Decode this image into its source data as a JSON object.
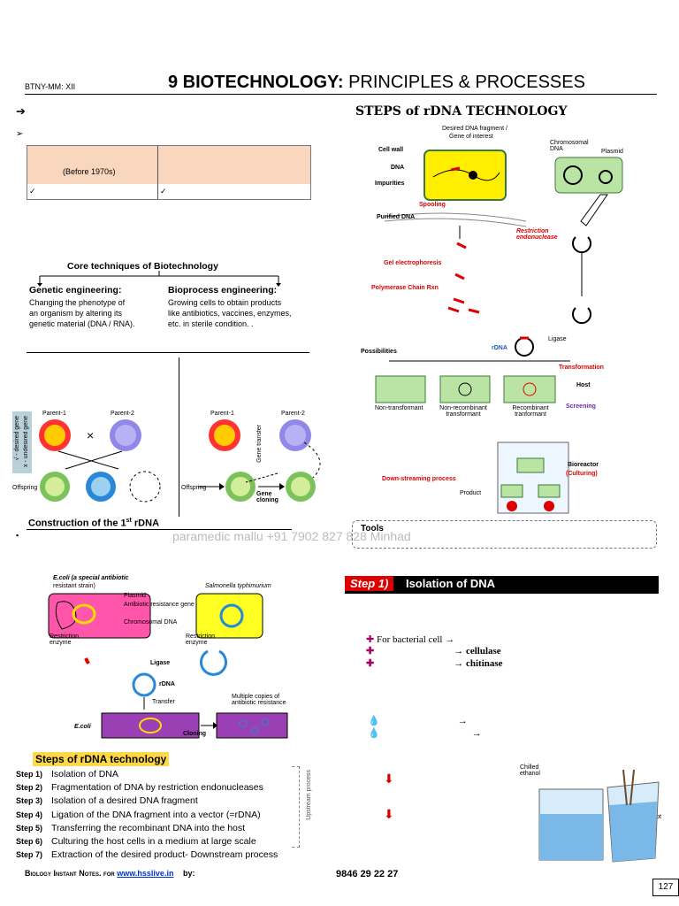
{
  "header": {
    "course": "BTNY-MM: XII",
    "chapter_bold": "9 BIOTECHNOLOGY:",
    "chapter_rest": " PRINCIPLES & PROCESSES"
  },
  "left": {
    "arrow1": "➔",
    "arrow2": "➢",
    "table_before": "(Before 1970s)",
    "check1": "✓",
    "check2": "✓",
    "core_title": "Core techniques of Biotechnology",
    "ge_title": "Genetic engineering:",
    "ge_text1": "Changing the phenotype of",
    "ge_text2": "an organism by altering its",
    "ge_text3": "genetic material (DNA / RNA).",
    "bp_title": "Bioprocess engineering:",
    "bp_text1": "Growing cells to obtain products",
    "bp_text2": "like antibiotics, vaccines, enzymes,",
    "bp_text3": "etc. in sterile condition. .",
    "parent1": "Parent-1",
    "parent2": "Parent-2",
    "cross": "×",
    "offspring": "Offspring",
    "gene_transfer": "Gene transfer",
    "gene_cloning": "Gene cloning",
    "legend_desired": "√ - desired gene",
    "legend_undesired": "x - undesired gene",
    "construction_title": "Construction of the 1st rDNA",
    "ecoli_label": "E.coli (a special antibiotic",
    "ecoli_label2": "resistant strain)",
    "salmonella": "Salmonella typhimurium",
    "plasmid": "Plasmid",
    "antibiotic": "Antibiotic resistance gene",
    "chromosomal": "Chromosomal DNA",
    "restriction_enzyme": "Restriction enzyme",
    "ligase": "Ligase",
    "rdna": "rDNA",
    "transfer": "Transfer",
    "ecoli": "E.coli",
    "cloning": "Cloning",
    "multiple_copies": "Multiple copies of antibiotic resistance",
    "steps_title": "Steps of rDNA technology",
    "steps": [
      {
        "n": "Step 1)",
        "t": "Isolation of DNA"
      },
      {
        "n": "Step 2)",
        "t": "Fragmentation of DNA by restriction endonucleases"
      },
      {
        "n": "Step 3)",
        "t": "Isolation of a desired DNA fragment"
      },
      {
        "n": "Step 4)",
        "t": "Ligation of the DNA fragment into a vector (=rDNA)"
      },
      {
        "n": "Step 5)",
        "t": "Transferring the recombinant DNA into the host"
      },
      {
        "n": "Step 6)",
        "t": "Culturing the host cells in a medium at large scale"
      },
      {
        "n": "Step 7)",
        "t": "Extraction of the desired product- Downstream process"
      }
    ],
    "upstream": "Upstream process",
    "bullet": "▪"
  },
  "right": {
    "steps_heading": "STEPS of rDNA TECHNOLOGY",
    "desired_frag": "Desired DNA fragment /",
    "gene_interest": "Gene of interest",
    "cell_wall": "Cell wall",
    "dna": "DNA",
    "impurities": "Impurities",
    "chromosomal_dna": "Chromosomal DNA",
    "plasmid": "Plasmid",
    "spooling": "Spooling",
    "purified": "Purified DNA",
    "restriction": "Restriction endonuclease",
    "gel": "Gel electrophoresis",
    "pcr": "Polymerase Chain Rxn",
    "rdna": "rDNA",
    "ligase": "Ligase",
    "possibilities": "Possibilities",
    "transformation": "Transformation",
    "host": "Host",
    "non_trans": "Non-transformant",
    "non_recomb": "Non-recombinant transformant",
    "recomb": "Recombinant tranformant",
    "screening": "Screening",
    "bioreactor": "Bioreactor",
    "culturing": "(Culturing)",
    "downstream": "Down-streaming process",
    "product": "Product",
    "tools": "Tools",
    "step1_label": "Step 1)",
    "step1_title": "Isolation of DNA",
    "bact": "For bacterial cell →",
    "cellulase": "→ cellulase",
    "chitinase": "→ chitinase",
    "arrow_r": "→",
    "chilled": "Chilled ethanol",
    "dna_ppt": "DNA ppt"
  },
  "footer": {
    "notes": "Biology Instant Notes. for",
    "site": "www.hsslive.in",
    "by": "by:",
    "phone": "9846 29 22 27",
    "page": "127"
  },
  "watermark": {
    "text": "paramedic mallu   +91 7902 827 828   Minhad"
  },
  "colors": {
    "peach": "#f9d7bf",
    "red": "#dd0000",
    "yellow": "#ffff00",
    "green": "#b9e4a3",
    "purple": "#9b3fb5",
    "blue": "#2a88d8"
  }
}
